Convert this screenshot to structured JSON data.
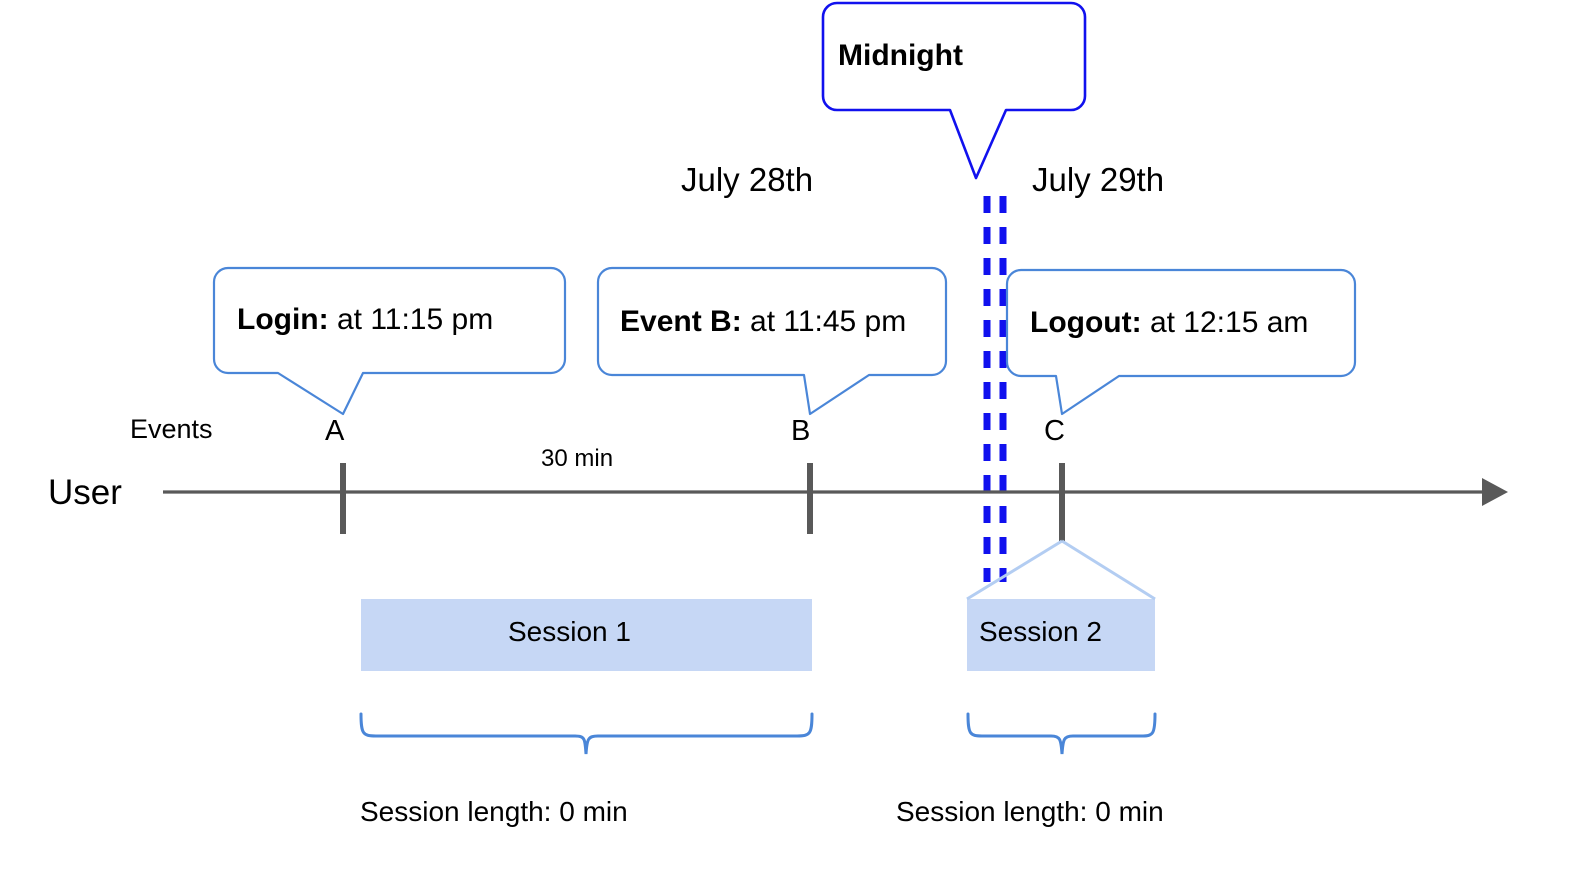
{
  "diagram": {
    "title_callout": {
      "label": "Midnight",
      "border_color": "#1111ee"
    },
    "dates": {
      "left": "July 28th",
      "right": "July 29th"
    },
    "axis": {
      "row_label": "User",
      "events_label": "Events",
      "arrow_color": "#595959",
      "tick_color": "#595959"
    },
    "events": [
      {
        "id": "A",
        "letter": "A",
        "callout_bold": "Login:",
        "callout_rest": " at 11:15 pm",
        "time": "11:15 pm",
        "type": "Login"
      },
      {
        "id": "B",
        "letter": "B",
        "callout_bold": "Event B:",
        "callout_rest": " at 11:45 pm",
        "time": "11:45 pm",
        "type": "Event B"
      },
      {
        "id": "C",
        "letter": "C",
        "callout_bold": "Logout:",
        "callout_rest": " at 12:15 am",
        "time": "12:15 am",
        "type": "Logout"
      }
    ],
    "gap_annotation": "30 min",
    "sessions": [
      {
        "label": "Session 1",
        "length_caption": "Session length: 0 min",
        "fill_color": "#c6d7f5"
      },
      {
        "label": "Session 2",
        "length_caption": "Session length: 0 min",
        "fill_color": "#c6d7f5"
      }
    ],
    "midnight_divider": {
      "color": "#1111ee",
      "style": "double-dashed-vertical"
    },
    "callout_border_color": "#4a86d8",
    "brace_color": "#4a86d8"
  },
  "chart_data": {
    "type": "timeline",
    "title": "Midnight",
    "xlabel": "",
    "ylabel": "User",
    "series": [
      {
        "name": "Events",
        "points": [
          {
            "label": "A",
            "event": "Login",
            "time": "11:15 pm",
            "date": "July 28th"
          },
          {
            "label": "B",
            "event": "Event B",
            "time": "11:45 pm",
            "date": "July 28th"
          },
          {
            "label": "C",
            "event": "Logout",
            "time": "12:15 am",
            "date": "July 29th"
          }
        ]
      }
    ],
    "annotations": [
      {
        "text": "30 min",
        "between": [
          "A",
          "B"
        ]
      },
      {
        "text": "Midnight",
        "at": "between B and C"
      },
      {
        "text": "Session length: 0 min",
        "for": "Session 1"
      },
      {
        "text": "Session length: 0 min",
        "for": "Session 2"
      }
    ],
    "spans": [
      {
        "name": "Session 1",
        "from": "A",
        "to": "B",
        "length": "0 min"
      },
      {
        "name": "Session 2",
        "from": "Midnight",
        "to": "C",
        "length": "0 min"
      }
    ],
    "legend": [],
    "grid": false
  }
}
